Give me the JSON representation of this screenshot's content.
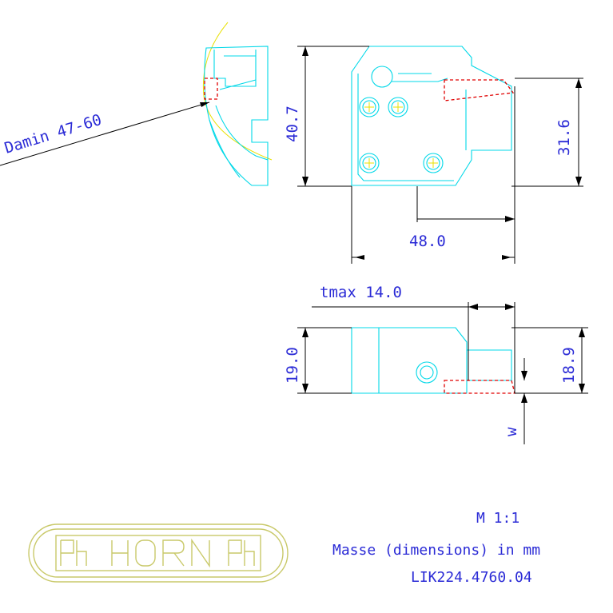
{
  "dimensions": {
    "damin": "Damin 47-60",
    "height_total": "40.7",
    "height_cut": "31.6",
    "length": "48.0",
    "tmax": "tmax 14.0",
    "width_19": "19.0",
    "width_18": "18.9",
    "w_label": "w"
  },
  "title_block": {
    "scale": "M 1:1",
    "units": "Masse (dimensions) in mm",
    "part_number": "LIK224.4760.04"
  },
  "logo": {
    "text": "ph HORN ph"
  },
  "colors": {
    "outline": "#00d8e8",
    "dimension_text": "#2b2bd6",
    "insert": "#e00000",
    "screw_mark": "#e8e000",
    "logo": "#c9c96a"
  }
}
